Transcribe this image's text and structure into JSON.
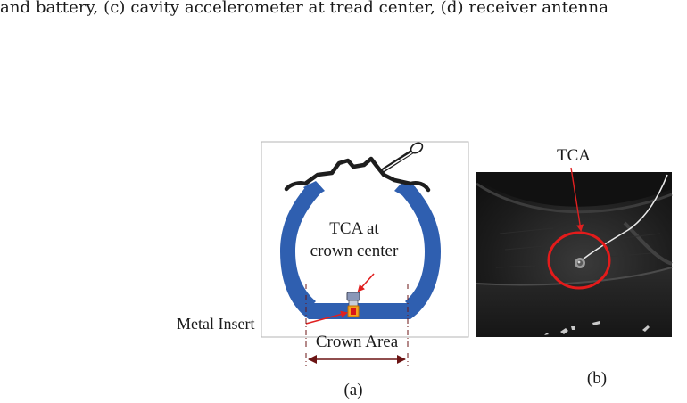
{
  "caption": {
    "line": "and battery, (c) cavity accelerometer at tread center, (d) receiver antenna"
  },
  "panel_a": {
    "label_tca": "TCA at",
    "label_crown_center": "crown center",
    "label_metal_insert": "Metal Insert",
    "label_crown_area": "Crown Area",
    "sublabel": "(a)"
  },
  "panel_b": {
    "label_tca": "TCA",
    "sublabel": "(b)"
  },
  "colors": {
    "tire_blue": "#2f5fb0",
    "rim_black": "#1e1e1e",
    "arrow_red": "#e02020",
    "dimension_dark_red": "#6b1414",
    "circle_red": "#e31b1b"
  }
}
